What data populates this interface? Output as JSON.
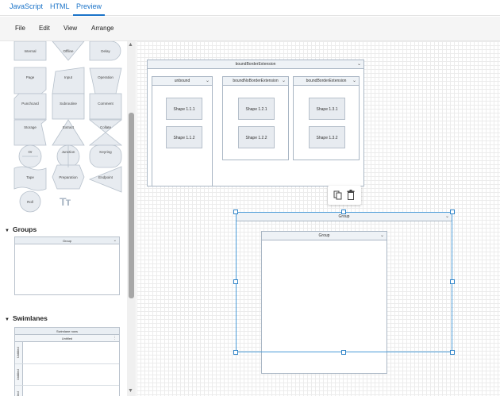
{
  "tabs": [
    {
      "label": "JavaScript"
    },
    {
      "label": "HTML"
    },
    {
      "label": "Preview"
    }
  ],
  "menu": [
    {
      "label": "File"
    },
    {
      "label": "Edit"
    },
    {
      "label": "View"
    },
    {
      "label": "Arrange"
    }
  ],
  "palette": {
    "shapes": [
      {
        "label": "Internal"
      },
      {
        "label": "Offline"
      },
      {
        "label": "Delay"
      },
      {
        "label": "Page"
      },
      {
        "label": "Input"
      },
      {
        "label": "Operation"
      },
      {
        "label": "Punchcard"
      },
      {
        "label": "Subroutine"
      },
      {
        "label": "Comment"
      },
      {
        "label": "Storage"
      },
      {
        "label": "Extract"
      },
      {
        "label": "Collate"
      },
      {
        "label": "Or"
      },
      {
        "label": "Junction"
      },
      {
        "label": "Keyring"
      },
      {
        "label": "Tape"
      },
      {
        "label": "Preparation"
      },
      {
        "label": "Endpoint"
      },
      {
        "label": "Roll"
      },
      {
        "label": "Tт"
      }
    ],
    "groups_title": "Groups",
    "group_label": "Group",
    "swimlanes_title": "Swimlanes",
    "swimlane_title": "Swimlane rows",
    "swimlane_sub": "Untitled",
    "lane_label": "Untitled"
  },
  "canvas": {
    "outer_title": "boundBorderExtension",
    "columns": [
      {
        "title": "unbound",
        "shapes": [
          "Shape 1.1.1",
          "Shape 1.1.2"
        ]
      },
      {
        "title": "boundNoBorderExtension",
        "shapes": [
          "Shape 1.2.1",
          "Shape 1.2.2"
        ]
      },
      {
        "title": "boundBorderExtension",
        "shapes": [
          "Shape 1.3.1",
          "Shape 1.3.2"
        ]
      }
    ],
    "selected_group_title": "Group",
    "inner_group_title": "Group"
  },
  "colors": {
    "accent": "#1a73c8",
    "selection": "#2f83c7"
  }
}
